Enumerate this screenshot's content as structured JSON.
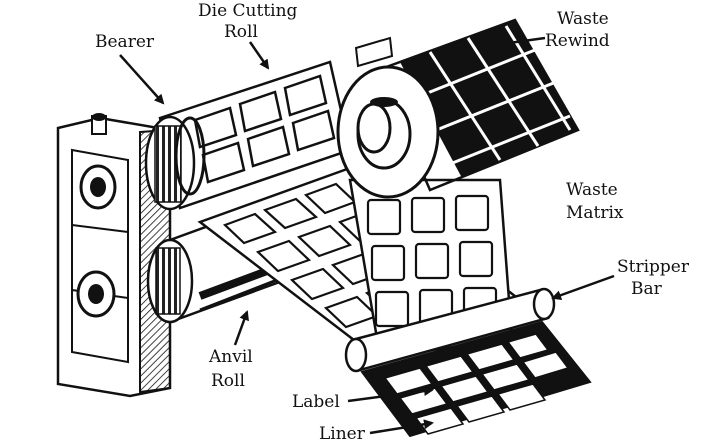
{
  "labels": {
    "die_cutting_roll": [
      "Die Cutting",
      "Roll"
    ],
    "bearer": "Bearer",
    "waste_rewind": [
      "Waste",
      "Rewind"
    ],
    "waste_matrix": [
      "Waste",
      "Matrix"
    ],
    "stripper_bar": [
      "Stripper",
      "Bar"
    ],
    "anvil_roll": [
      "Anvil",
      "Roll"
    ],
    "label": "Label",
    "liner": "Liner"
  },
  "colors": {
    "ink": "#111111",
    "paper": "#ffffff",
    "waste": "#1a1a1a"
  }
}
